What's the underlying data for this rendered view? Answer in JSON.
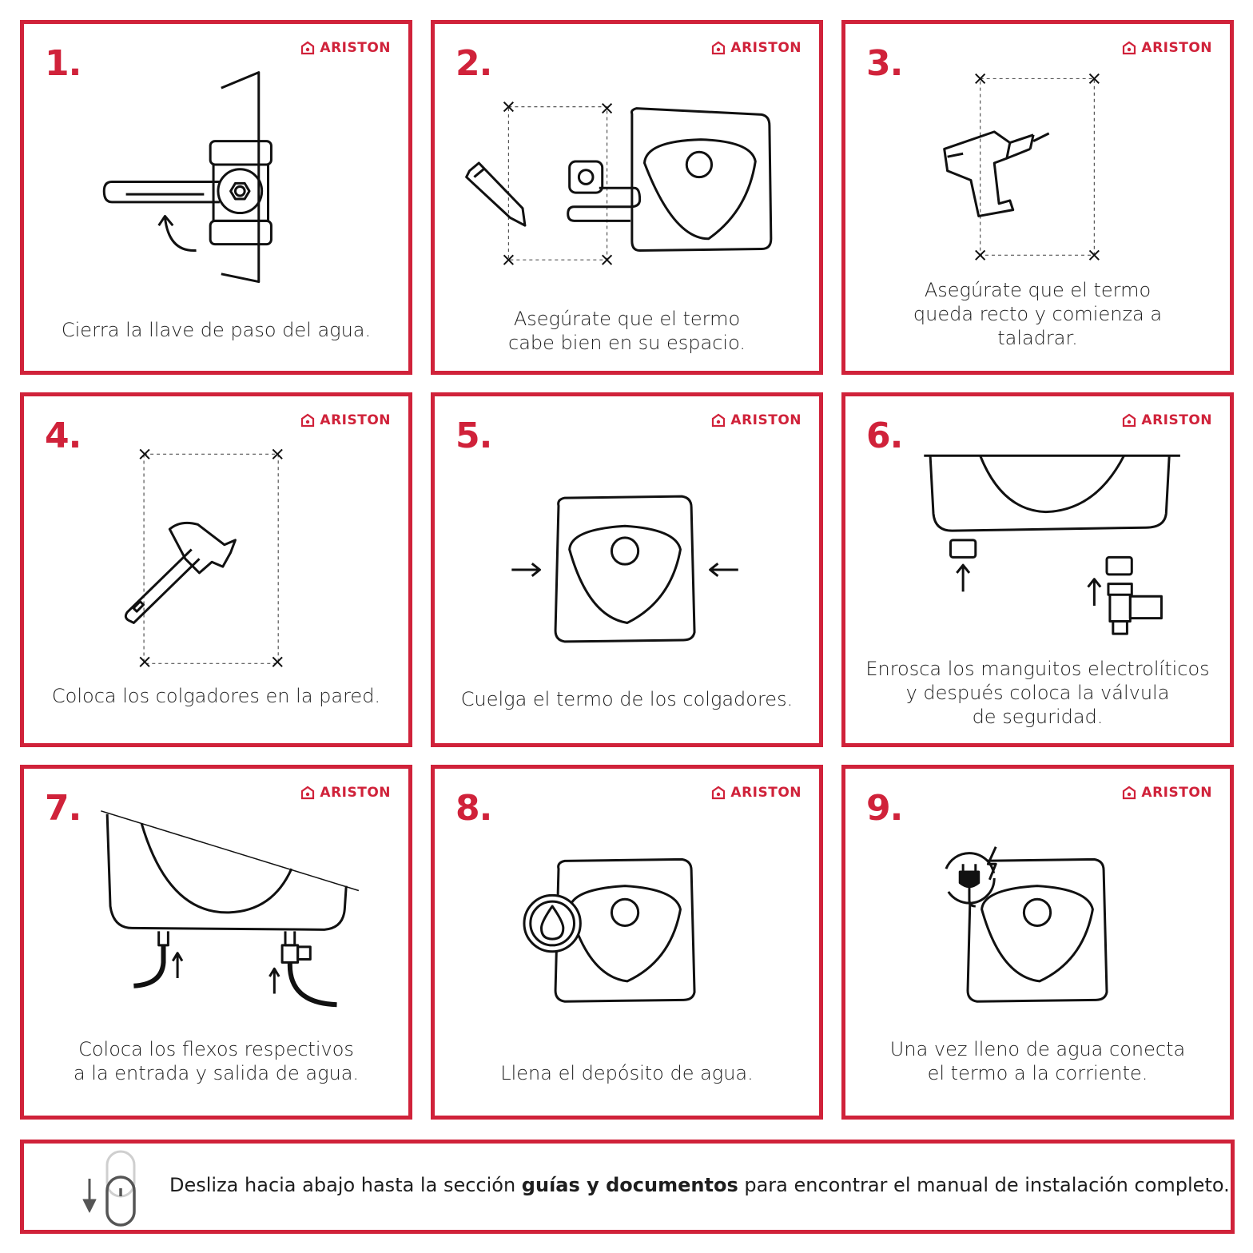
{
  "brand": {
    "name": "ARISTON",
    "color": "#d0223a"
  },
  "steps": [
    {
      "number": "1.",
      "caption": "Cierra la llave de paso del agua.",
      "icon": "valve-icon"
    },
    {
      "number": "2.",
      "caption": "Asegúrate que el termo\ncabe bien en su espacio.",
      "icon": "measure-icon"
    },
    {
      "number": "3.",
      "caption": "Asegúrate que el termo\nqueda recto y comienza a\ntaladrar.",
      "icon": "drill-icon"
    },
    {
      "number": "4.",
      "caption": "Coloca los colgadores en la pared.",
      "icon": "hammer-icon"
    },
    {
      "number": "5.",
      "caption": "Cuelga el termo de los colgadores.",
      "icon": "water-heater-icon"
    },
    {
      "number": "6.",
      "caption": "Enrosca los manguitos electrolíticos\ny después coloca la válvula\nde seguridad.",
      "icon": "fittings-icon"
    },
    {
      "number": "7.",
      "caption": "Coloca los flexos respectivos\na la entrada y salida de agua.",
      "icon": "hoses-icon"
    },
    {
      "number": "8.",
      "caption": "Llena el depósito de agua.",
      "icon": "water-drop-icon"
    },
    {
      "number": "9.",
      "caption": "Una vez lleno de agua conecta\nel termo a la corriente.",
      "icon": "power-plug-icon"
    }
  ],
  "footer": {
    "text_before": "Desliza hacia abajo hasta la sección ",
    "text_bold": "guías y documentos",
    "text_after": " para encontrar el manual de instalación completo.",
    "icon": "scroll-down-icon"
  }
}
